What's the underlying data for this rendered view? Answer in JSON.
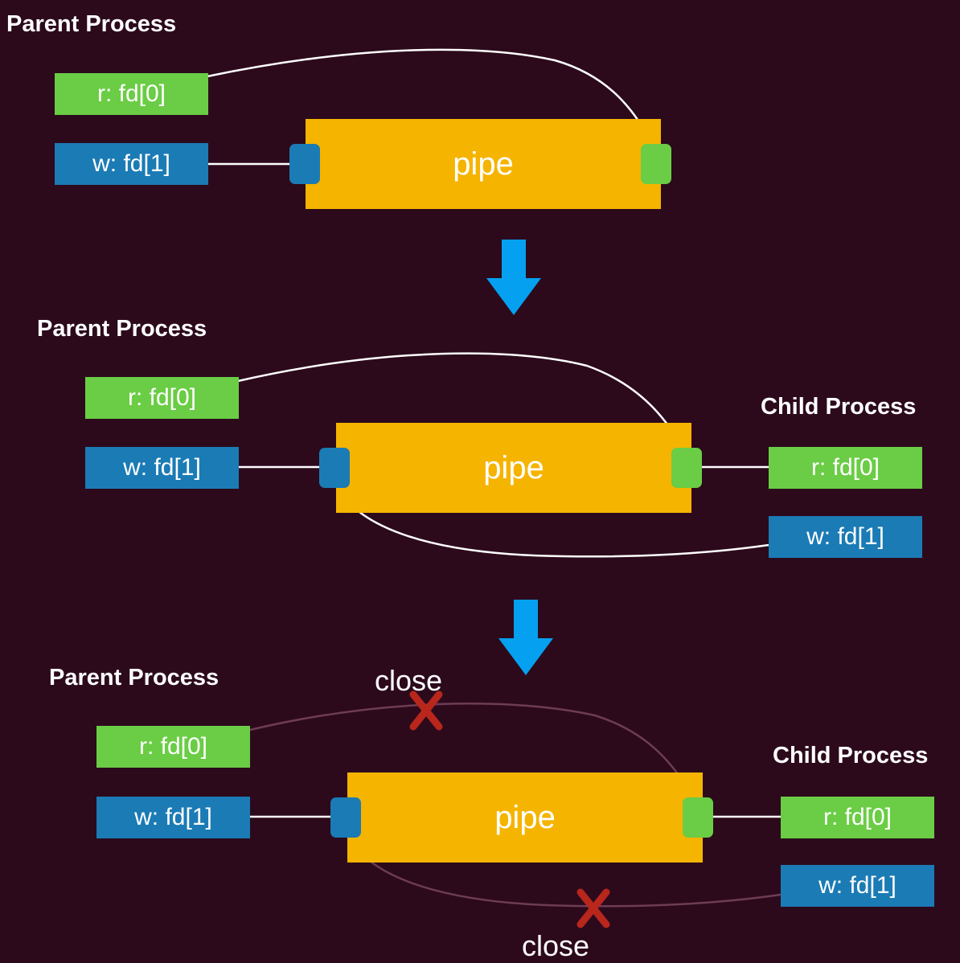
{
  "colors": {
    "background": "#2c0a1c",
    "read_fd": "#6acd45",
    "write_fd": "#1b7bb5",
    "pipe": "#f5b400",
    "arrow": "#05a0ef",
    "close_mark": "#b8261c"
  },
  "stage1": {
    "parent_title": "Parent Process",
    "parent_read": "r: fd[0]",
    "parent_write": "w: fd[1]",
    "pipe_label": "pipe"
  },
  "stage2": {
    "parent_title": "Parent Process",
    "parent_read": "r: fd[0]",
    "parent_write": "w: fd[1]",
    "pipe_label": "pipe",
    "child_title": "Child Process",
    "child_read": "r: fd[0]",
    "child_write": "w: fd[1]"
  },
  "stage3": {
    "parent_title": "Parent Process",
    "parent_read": "r: fd[0]",
    "parent_write": "w: fd[1]",
    "pipe_label": "pipe",
    "child_title": "Child Process",
    "child_read": "r: fd[0]",
    "child_write": "w: fd[1]",
    "close_top": "close",
    "close_bottom": "close"
  },
  "icons": {
    "transition_arrow": "down-arrow-icon",
    "close_mark": "cross-icon"
  }
}
